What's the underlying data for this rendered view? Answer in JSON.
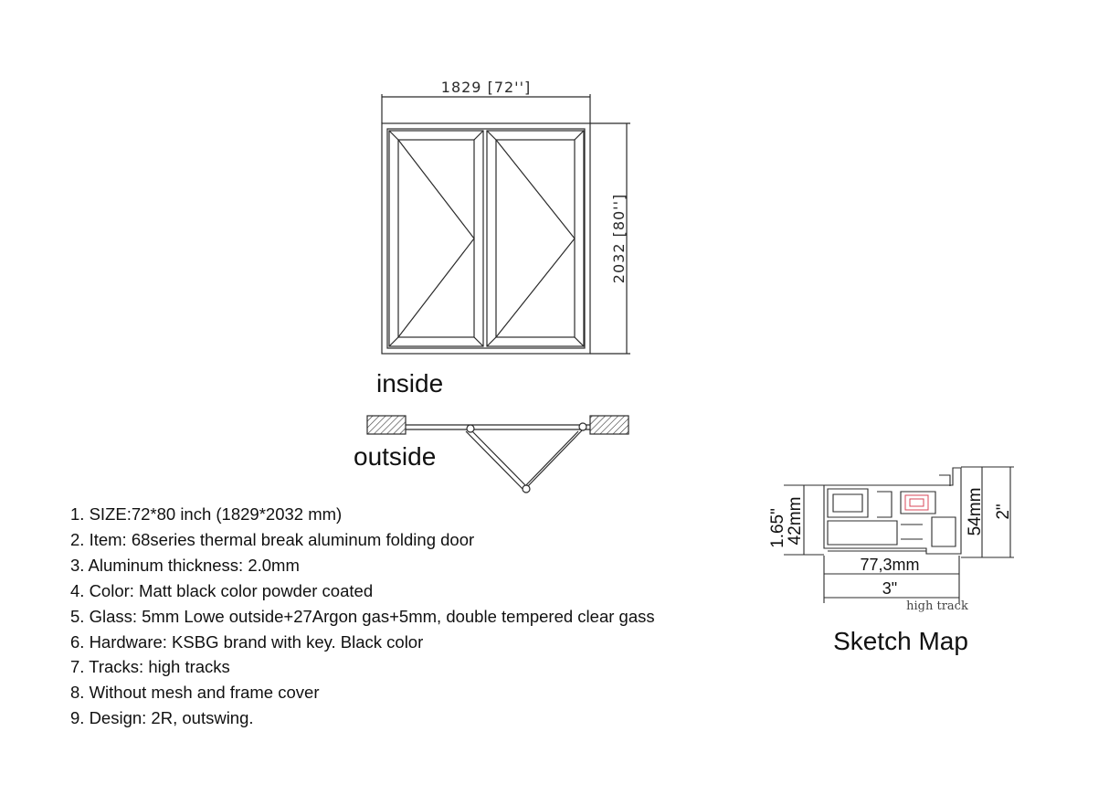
{
  "drawing": {
    "width_dim": "1829 [72'']",
    "height_dim": "2032 [80'']",
    "inside_label": "inside",
    "outside_label": "outside"
  },
  "sketch": {
    "dim_42mm": "42mm",
    "dim_165in": "1.65\"",
    "dim_54mm": "54mm",
    "dim_2in": "2\"",
    "dim_773mm": "77,3mm",
    "dim_3in": "3\"",
    "track_label": "high track",
    "title": "Sketch Map"
  },
  "specs": [
    "1. SIZE:72*80 inch (1829*2032 mm)",
    "2. Item: 68series thermal break aluminum folding door",
    "3. Aluminum thickness: 2.0mm",
    "4. Color: Matt black color powder coated",
    "5. Glass: 5mm Lowe outside+27Argon gas+5mm, double tempered clear gass",
    "6. Hardware: KSBG brand with key. Black color",
    "7. Tracks: high tracks",
    "8. Without mesh and frame cover",
    "9. Design: 2R, outswing."
  ],
  "colors": {
    "line": "#2b2b2b",
    "highlight": "#d9475a"
  }
}
